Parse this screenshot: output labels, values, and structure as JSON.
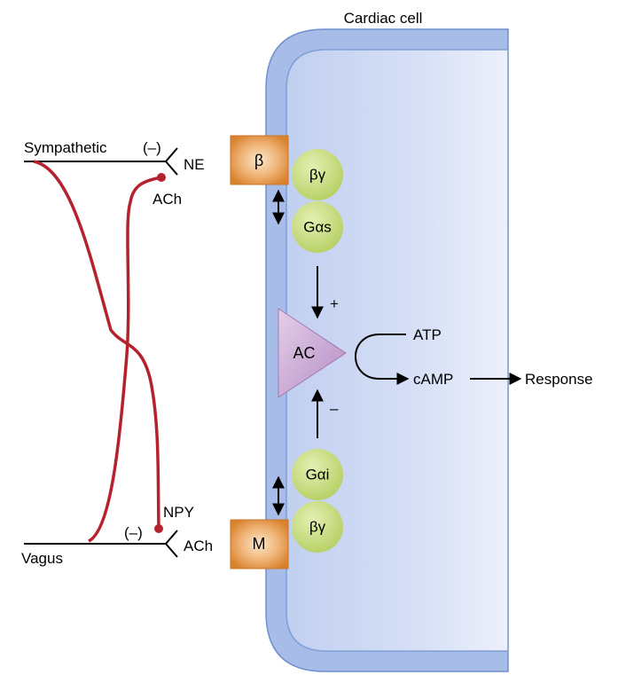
{
  "title": "Cardiac cell",
  "nerves": {
    "sympathetic": "Sympathetic",
    "vagus": "Vagus",
    "inhibit_top": "(–)",
    "inhibit_bottom": "(–)"
  },
  "transmitters": {
    "ne": "NE",
    "ach_top": "ACh",
    "npy": "NPY",
    "ach_bottom": "ACh"
  },
  "receptors": {
    "beta": "β",
    "muscarinic": "M"
  },
  "g_proteins": {
    "bg_top": "βγ",
    "gas": "Gαs",
    "gai": "Gαi",
    "bg_bottom": "βγ"
  },
  "enzyme": "AC",
  "signs": {
    "plus": "+",
    "minus": "–"
  },
  "metabolites": {
    "atp": "ATP",
    "camp": "cAMP",
    "response": "Response"
  },
  "colors": {
    "nerve_fiber": "#b5222d",
    "membrane_outer": "#7f9fd8",
    "cytoplasm": "#c5d2f1",
    "receptor_box": "#e0913c",
    "g_protein": "#c8dc7a",
    "adenylyl_cyclase": "#c7a2d0"
  }
}
